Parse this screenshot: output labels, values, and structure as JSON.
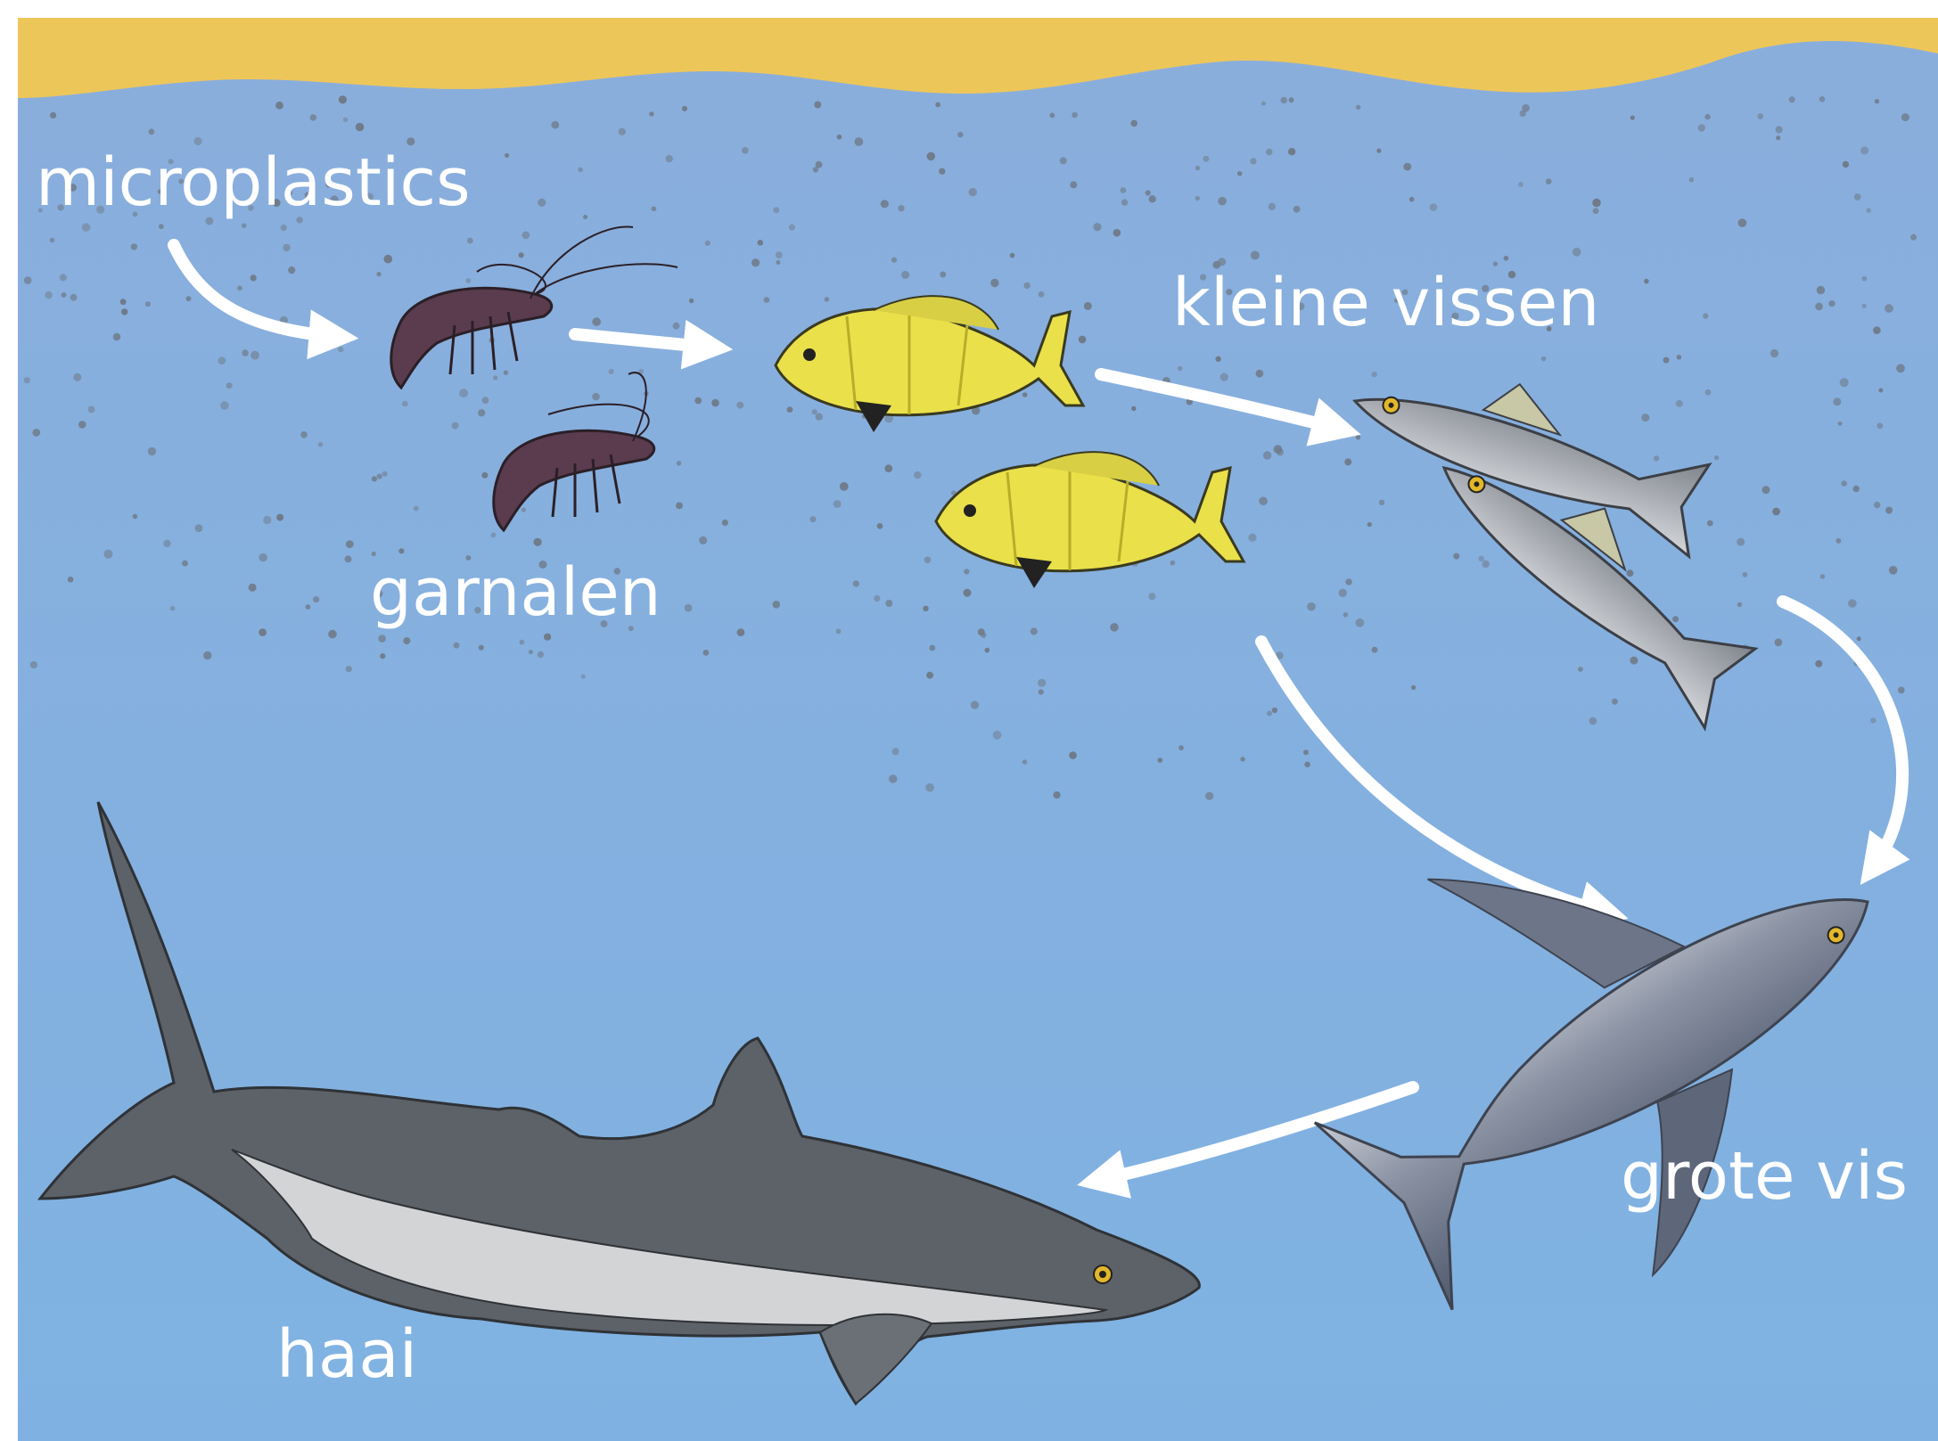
{
  "labels": {
    "microplastics": "microplastics",
    "shrimp": "garnalen",
    "small_fish": "kleine vissen",
    "big_fish": "grote vis",
    "shark": "haai"
  },
  "colors": {
    "water_top": "#8aaedc",
    "water_bottom": "#7fb2e2",
    "surface": "#edc65a",
    "particles": "#6f7a88",
    "arrow": "#ffffff",
    "label": "#ffffff",
    "shrimp": "#5a3c4e",
    "small_fish": "#eae04a",
    "medium_fish": "#a9adb4",
    "tuna": "#70788a",
    "shark_back": "#5d6168",
    "shark_belly": "#d2d4d6"
  },
  "icons": [
    "shrimp-icon",
    "small-fish-icon",
    "medium-fish-icon",
    "tuna-icon",
    "shark-icon"
  ]
}
